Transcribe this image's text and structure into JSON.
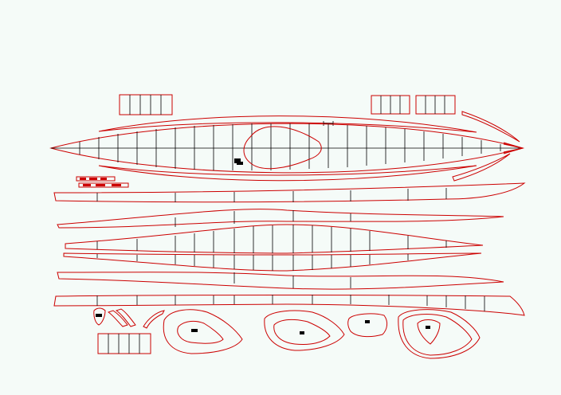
{
  "drawing": {
    "background": "#f5fbf8",
    "part_color": "#cc0000",
    "grid_color": "#000000",
    "parts": [
      "title-block-top-left",
      "title-block-top-right-1",
      "title-block-top-right-2",
      "title-block-bottom-left",
      "deck-plan",
      "deck-strip-top",
      "deck-strip-bottom",
      "bow-strip-1",
      "bow-strip-2",
      "hull-strip-1",
      "hull-strip-2",
      "hull-strip-3",
      "hull-strip-4",
      "hull-strip-5",
      "hull-strip-6",
      "small-part-1",
      "small-part-2",
      "small-part-3",
      "bulkhead-1",
      "bulkhead-2",
      "bulkhead-3",
      "bulkhead-4"
    ]
  }
}
